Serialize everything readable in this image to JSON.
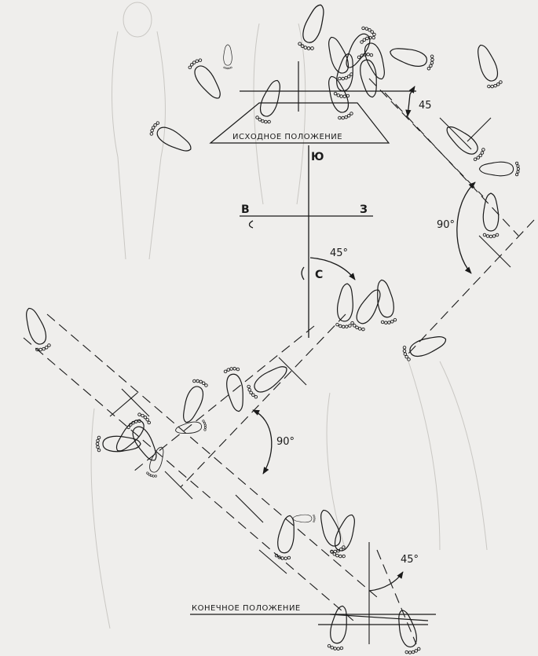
{
  "labels": {
    "start_position": "ИСХОДНОЕ ПОЛОЖЕНИЕ",
    "end_position": "КОНЕЧНОЕ ПОЛОЖЕНИЕ",
    "south": "Ю",
    "east": "В",
    "west": "З",
    "north": "С",
    "angle_45_top": "45",
    "angle_90_right": "90°",
    "angle_45_center": "45°",
    "angle_90_center": "90°",
    "angle_45_bottom": "45°"
  },
  "colors": {
    "ink": "#1a1a1a",
    "paper": "#efeeec",
    "faint": "#c9c7c3"
  }
}
